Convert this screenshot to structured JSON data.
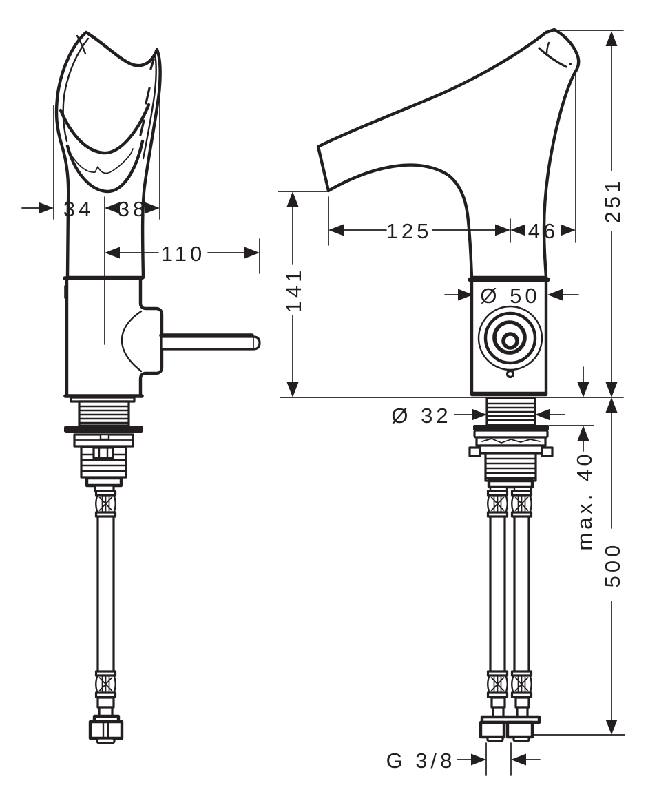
{
  "drawing": {
    "background": "#ffffff",
    "line_color": "#231f20"
  },
  "dimensions": {
    "spout_width_left": "34",
    "spout_width_right": "38",
    "handle_reach": "110",
    "spout_reach": "125",
    "spout_tip_offset": "46",
    "total_height": "251",
    "outlet_height": "141",
    "base_diameter": "Ø 50",
    "shank_diameter": "Ø 32",
    "max_deck_thickness": "max. 40",
    "hose_length": "500",
    "thread_size": "G 3/8"
  }
}
